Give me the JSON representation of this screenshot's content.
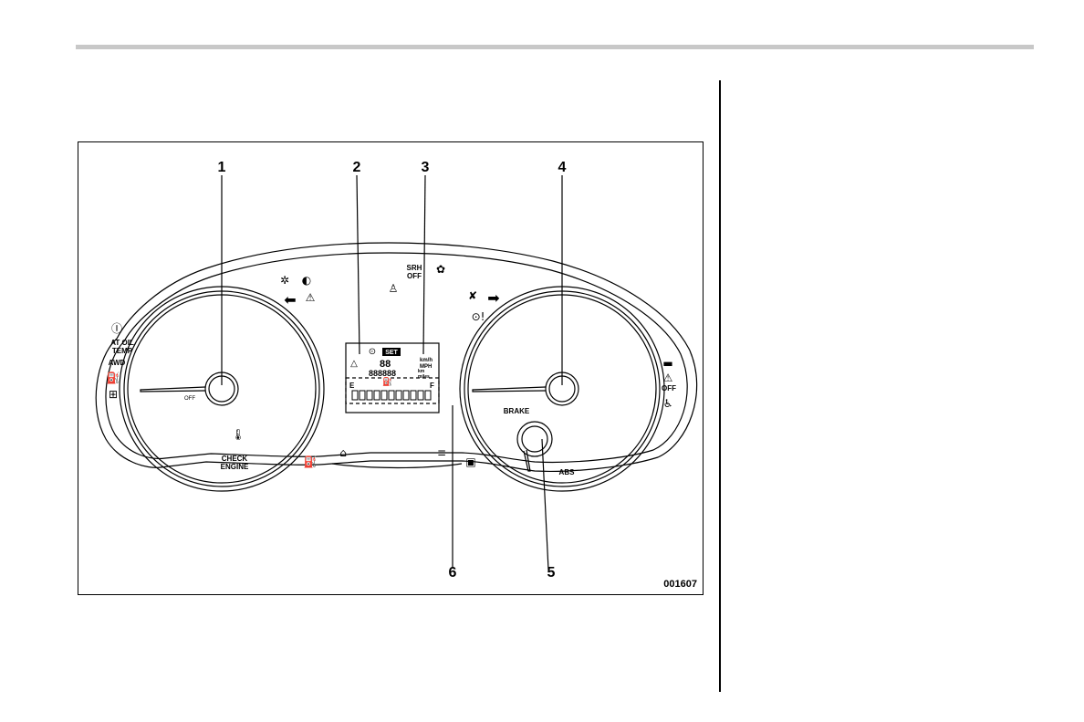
{
  "figure": {
    "id": "001607",
    "callouts": [
      "1",
      "2",
      "3",
      "4",
      "5",
      "6"
    ],
    "labels": {
      "at_oil_temp_1": "AT OIL",
      "at_oil_temp_2": "TEMP",
      "awd": "AWD",
      "check_engine_1": "CHECK",
      "check_engine_2": "ENGINE",
      "srh_off_1": "SRH",
      "srh_off_2": "OFF",
      "brake": "BRAKE",
      "abs": "ABS",
      "vdc_off": "OFF",
      "display_set": "SET",
      "display_kmh": "km/h",
      "display_mph": "MPH",
      "display_km": "km",
      "display_miles": "miles",
      "fuel_empty": "E",
      "fuel_full": "F",
      "odometer_digits": "888888",
      "speed_digits": "88",
      "tacho_off": "OFF"
    },
    "icons": [
      "tire-pressure-icon",
      "oil-pressure-icon",
      "battery-icon",
      "coolant-temp-icon",
      "low-fuel-icon",
      "front-fog-icon",
      "high-beam-icon",
      "turn-left-icon",
      "turn-right-icon",
      "vdc-icon",
      "seatbelt-icon",
      "headlight-washer-icon",
      "door-open-icon",
      "security-icon",
      "power-steering-icon",
      "airbag-icon",
      "rear-fog-icon",
      "headlight-level-icon",
      "trunk-open-icon"
    ]
  }
}
